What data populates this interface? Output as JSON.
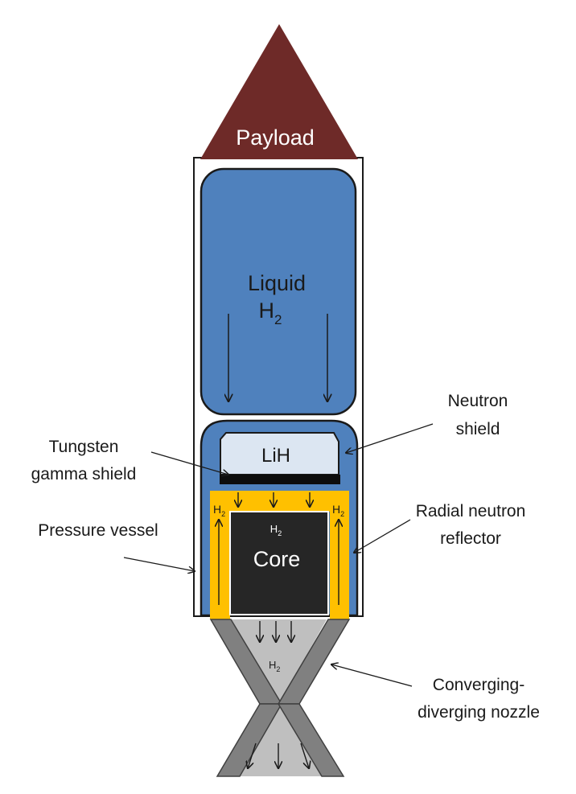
{
  "labels": {
    "payload": "Payload",
    "liquid_h2_line1": "Liquid",
    "liquid_h2_h": "H",
    "liquid_h2_sub": "2",
    "lih": "LiH",
    "core": "Core",
    "h2_h": "H",
    "h2_sub": "2",
    "neutron_shield_1": "Neutron",
    "neutron_shield_2": "shield",
    "tungsten_1": "Tungsten",
    "tungsten_2": "gamma shield",
    "pressure_vessel": "Pressure vessel",
    "radial_1": "Radial neutron",
    "radial_2": "reflector",
    "nozzle_1": "Converging-",
    "nozzle_2": "diverging nozzle"
  },
  "colors": {
    "payload": "#6e2a28",
    "tank_blue": "#4f81bd",
    "lih": "#dce6f2",
    "reflector": "#ffc000",
    "core": "#262626",
    "nozzle_light": "#bfbfbf",
    "nozzle_dark": "#808080"
  }
}
